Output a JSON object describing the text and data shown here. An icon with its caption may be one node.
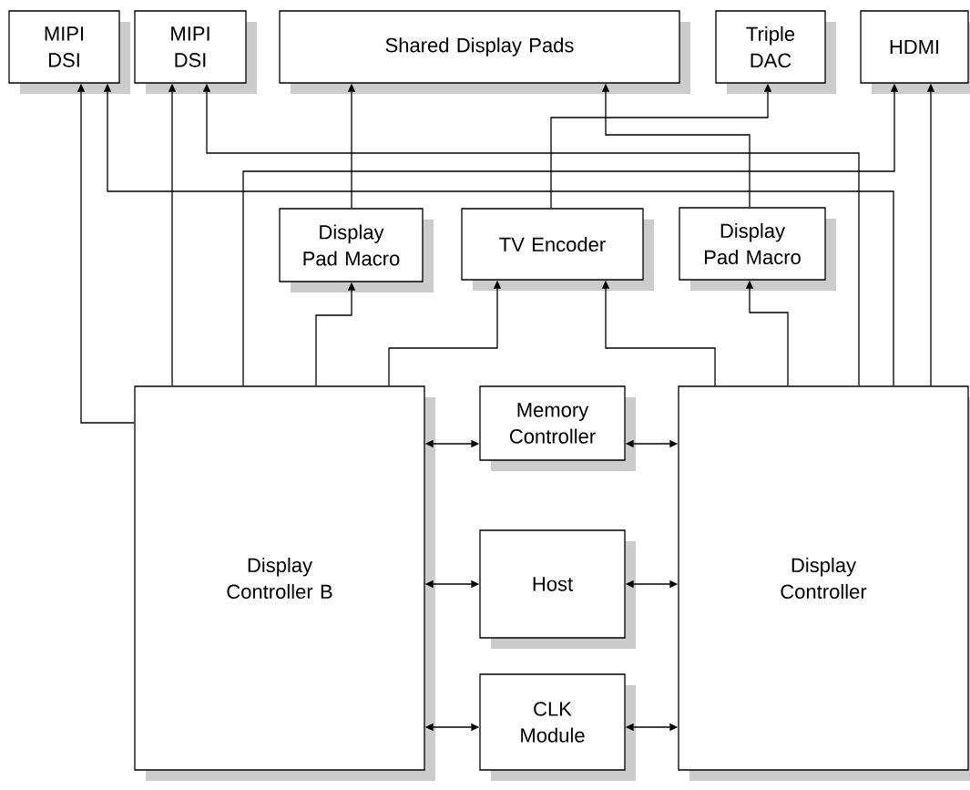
{
  "diagram": {
    "nodes": [
      {
        "text": [
          "MIPI DSI"
        ]
      },
      {
        "text": [
          "MIPI DSI"
        ]
      },
      {
        "text": [
          "Shared Display Pads"
        ]
      },
      {
        "text": [
          "Triple DAC"
        ]
      },
      {
        "text": [
          "HDMI"
        ]
      },
      {
        "text": [
          "Display Pad Macro"
        ]
      },
      {
        "text": [
          "TV Encoder"
        ]
      },
      {
        "text": [
          "Display Pad Macro"
        ]
      },
      {
        "text": [
          "Display Controller B"
        ]
      },
      {
        "text": [
          "Memory Controller"
        ]
      },
      {
        "text": [
          "Host"
        ]
      },
      {
        "text": [
          "CLK Module"
        ]
      },
      {
        "text": [
          "Display Controller"
        ]
      }
    ],
    "edges": [
      {
        "from": 8,
        "to": 0,
        "arrow": "to"
      },
      {
        "from": 8,
        "to": 1,
        "arrow": "to"
      },
      {
        "from": 8,
        "to": 4,
        "arrow": "to"
      },
      {
        "from": 12,
        "to": 1,
        "arrow": "to"
      },
      {
        "from": 12,
        "to": 0,
        "arrow": "to"
      },
      {
        "from": 12,
        "to": 4,
        "arrow": "to"
      },
      {
        "from": 8,
        "to": 5,
        "arrow": "to"
      },
      {
        "from": 5,
        "to": 2,
        "arrow": "to"
      },
      {
        "from": 8,
        "to": 6,
        "arrow": "to"
      },
      {
        "from": 12,
        "to": 6,
        "arrow": "to"
      },
      {
        "from": 6,
        "to": 3,
        "arrow": "to"
      },
      {
        "from": 7,
        "to": 2,
        "arrow": "to"
      },
      {
        "from": 12,
        "to": 7,
        "arrow": "to"
      },
      {
        "from": 8,
        "to": 9,
        "arrow": "both"
      },
      {
        "from": 9,
        "to": 12,
        "arrow": "both"
      },
      {
        "from": 8,
        "to": 10,
        "arrow": "both"
      },
      {
        "from": 10,
        "to": 12,
        "arrow": "both"
      },
      {
        "from": 8,
        "to": 11,
        "arrow": "both"
      },
      {
        "from": 11,
        "to": 12,
        "arrow": "both"
      }
    ]
  }
}
